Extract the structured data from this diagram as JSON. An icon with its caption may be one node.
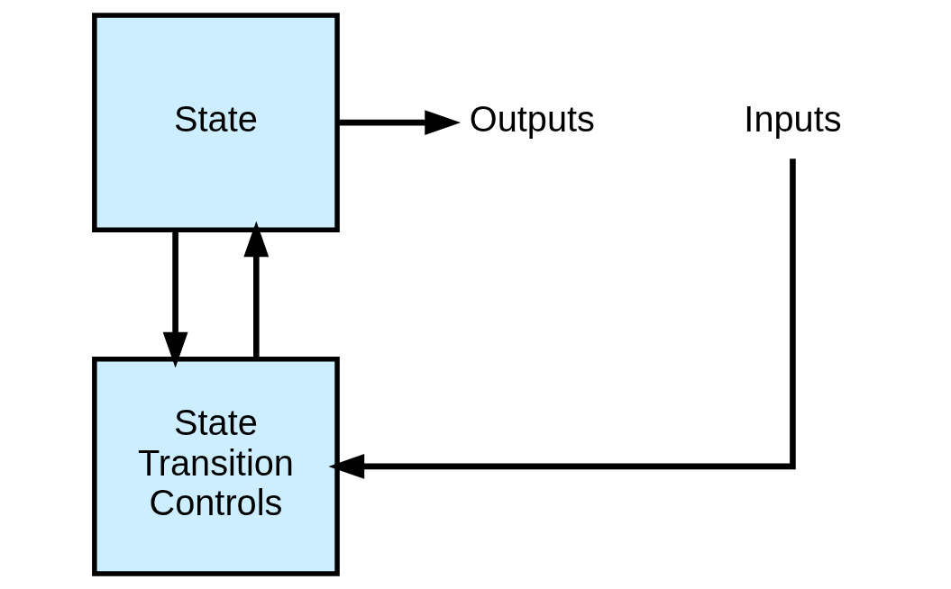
{
  "diagram": {
    "nodes": [
      {
        "text": [
          "State"
        ]
      },
      {
        "text": [
          "State Transition Controls"
        ]
      },
      {
        "text": [
          "Outputs"
        ]
      },
      {
        "text": [
          "Inputs"
        ]
      }
    ],
    "edges": [
      {
        "from": 0,
        "to": 2,
        "arrow": "to"
      },
      {
        "from": 0,
        "to": 1,
        "arrow": "to"
      },
      {
        "from": 1,
        "to": 0,
        "arrow": "to"
      },
      {
        "from": 3,
        "to": 1,
        "arrow": "to"
      }
    ]
  }
}
